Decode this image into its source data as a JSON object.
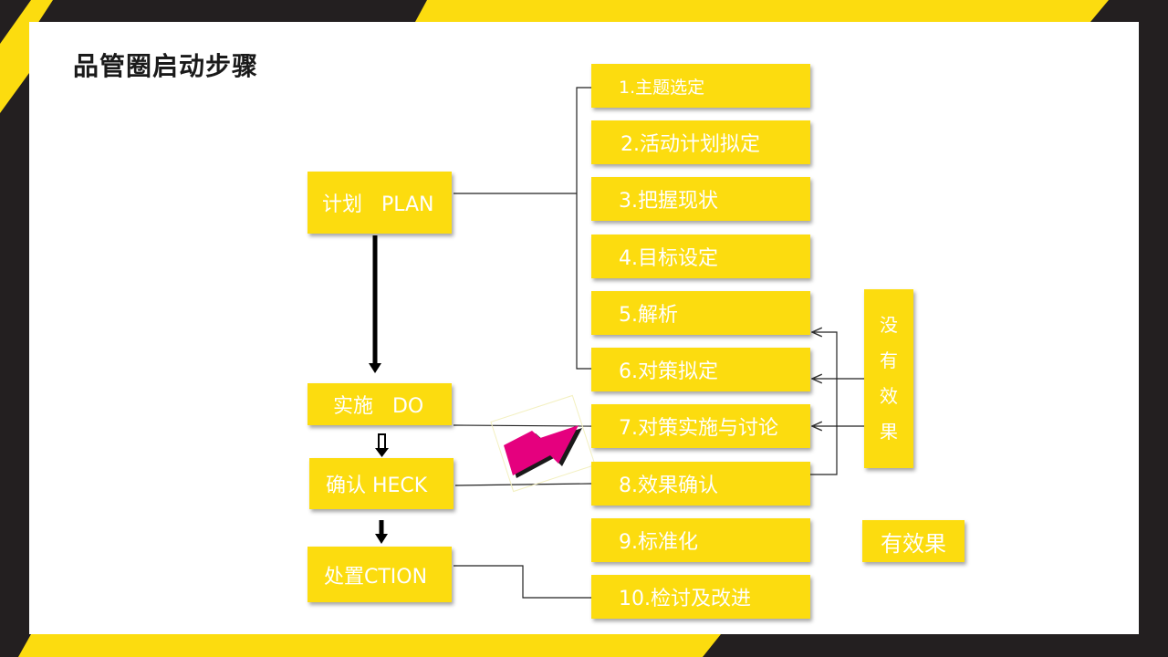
{
  "page": {
    "title": "品管圈启动步骤"
  },
  "stages": {
    "plan": "计划   PLAN",
    "do": "实施   DO",
    "check": "确认 HECK",
    "action": "处置CTION"
  },
  "steps": [
    "1.主题选定",
    "2.活动计划拟定",
    "3.把握现状",
    "4.目标设定",
    "5.解析",
    "6.对策拟定",
    "7.对策实施与讨论",
    "8.效果确认",
    "9.标准化",
    "10.检讨及改进"
  ],
  "feedback": {
    "no_effect_chars": [
      "没",
      "有",
      "效",
      "果"
    ],
    "effective": "有效果"
  },
  "colors": {
    "frame": "#231f20",
    "accent_yellow": "#fcdc0f",
    "arrow_magenta": "#e5007e"
  }
}
